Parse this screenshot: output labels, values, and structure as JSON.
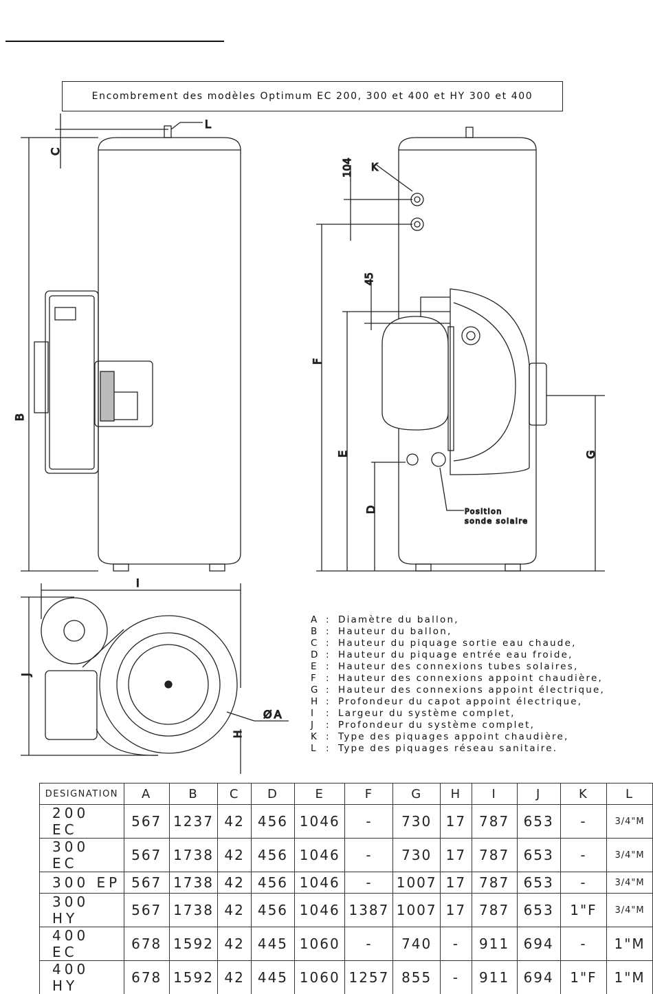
{
  "title": "Encombrement des modèles Optimum EC 200, 300 et 400 et HY 300 et 400",
  "drawing_labels": {
    "A": "ØA",
    "B": "B",
    "C": "C",
    "D": "D",
    "E": "E",
    "F": "F",
    "G": "G",
    "H": "H",
    "I": "I",
    "J": "J",
    "K": "K",
    "L": "L",
    "dim_104": "104",
    "dim_45": "45",
    "position_line1": "Position",
    "position_line2": "sonde solaire"
  },
  "legend": [
    {
      "key": "A",
      "text": "Diamètre du ballon,"
    },
    {
      "key": "B",
      "text": "Hauteur du ballon,"
    },
    {
      "key": "C",
      "text": "Hauteur du piquage sortie eau chaude,"
    },
    {
      "key": "D",
      "text": "Hauteur du piquage entrée eau froide,"
    },
    {
      "key": "E",
      "text": "Hauteur des connexions tubes solaires,"
    },
    {
      "key": "F",
      "text": "Hauteur des connexions appoint chaudière,"
    },
    {
      "key": "G",
      "text": "Hauteur des connexions appoint électrique,"
    },
    {
      "key": "H",
      "text": "Profondeur du capot appoint électrique,"
    },
    {
      "key": "I",
      "text": "Largeur du système complet,"
    },
    {
      "key": "J",
      "text": "Profondeur du système complet,"
    },
    {
      "key": "K",
      "text": "Type des piquages appoint chaudière,"
    },
    {
      "key": "L",
      "text": "Type des piquages réseau sanitaire."
    }
  ],
  "table": {
    "headers": [
      "DESIGNATION",
      "A",
      "B",
      "C",
      "D",
      "E",
      "F",
      "G",
      "H",
      "I",
      "J",
      "K",
      "L"
    ],
    "rows": [
      [
        "200  EC",
        "567",
        "1237",
        "42",
        "456",
        "1046",
        "-",
        "730",
        "17",
        "787",
        "653",
        "-",
        "3/4\"M"
      ],
      [
        "300  EC",
        "567",
        "1738",
        "42",
        "456",
        "1046",
        "-",
        "730",
        "17",
        "787",
        "653",
        "-",
        "3/4\"M"
      ],
      [
        "300  EP",
        "567",
        "1738",
        "42",
        "456",
        "1046",
        "-",
        "1007",
        "17",
        "787",
        "653",
        "-",
        "3/4\"M"
      ],
      [
        "300  HY",
        "567",
        "1738",
        "42",
        "456",
        "1046",
        "1387",
        "1007",
        "17",
        "787",
        "653",
        "1\"F",
        "3/4\"M"
      ],
      [
        "400  EC",
        "678",
        "1592",
        "42",
        "445",
        "1060",
        "-",
        "740",
        "-",
        "911",
        "694",
        "-",
        "1\"M"
      ],
      [
        "400  HY",
        "678",
        "1592",
        "42",
        "445",
        "1060",
        "1257",
        "855",
        "-",
        "911",
        "694",
        "1\"F",
        "1\"M"
      ]
    ]
  }
}
